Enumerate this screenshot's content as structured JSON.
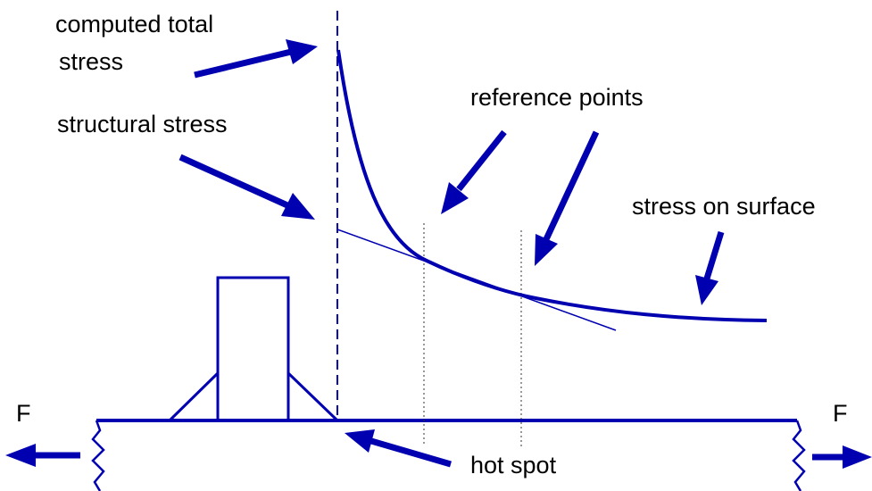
{
  "labels": {
    "computed_total_line1": "computed total",
    "computed_total_line2": "stress",
    "structural_stress": "structural stress",
    "reference_points": "reference points",
    "stress_on_surface": "stress on surface",
    "hot_spot": "hot spot",
    "force_left": "F",
    "force_right": "F"
  },
  "colors": {
    "structure": "#0000b0",
    "text": "#000000"
  }
}
